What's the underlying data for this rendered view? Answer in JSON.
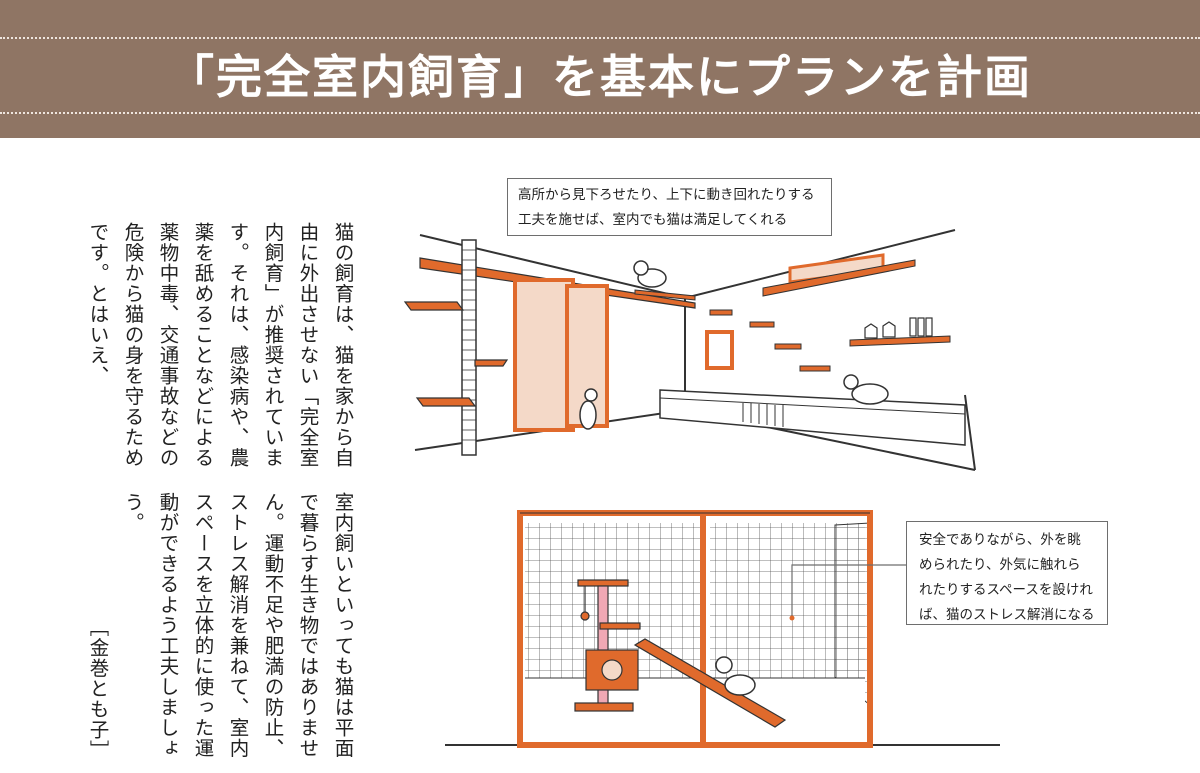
{
  "header": {
    "title": "「完全室内飼育」を基本にプランを計画"
  },
  "article": {
    "paragraph1": "猫の飼育は、猫を家から自由に外出させない「完全室内飼育」が推奨されています。それは、感染病や、農薬を舐めることなどによる薬物中毒、交通事故などの危険から猫の身を守るためです。とはいえ、",
    "paragraph2": "室内飼いといっても猫は平面で暮らす生き物ではありません。運動不足や肥満の防止、ストレス解消を兼ねて、室内スペースを立体的に使った運動ができるよう工夫しましょう。",
    "author": "［金巻とも子］"
  },
  "captions": {
    "top": "高所から見下ろせたり、上下に動き回れたりする工夫を施せば、室内でも猫は満足してくれる",
    "top_line1": "高所から見下ろせたり、上下に動き回れたりする",
    "top_line2": "工夫を施せば、室内でも猫は満足してくれる",
    "bottom": "安全でありながら、外を眺められたり、外気に触れられたりするスペースを設ければ、猫のストレス解消になる",
    "bottom_line1": "安全でありながら、外を眺",
    "bottom_line2": "められたり、外気に触れら",
    "bottom_line3": "れたりするスペースを設けれ",
    "bottom_line4": "ば、猫のストレス解消になる"
  },
  "colors": {
    "banner": "#8f7564",
    "accent": "#e06a2c",
    "glass": "#f4d9c8",
    "text": "#222222"
  }
}
